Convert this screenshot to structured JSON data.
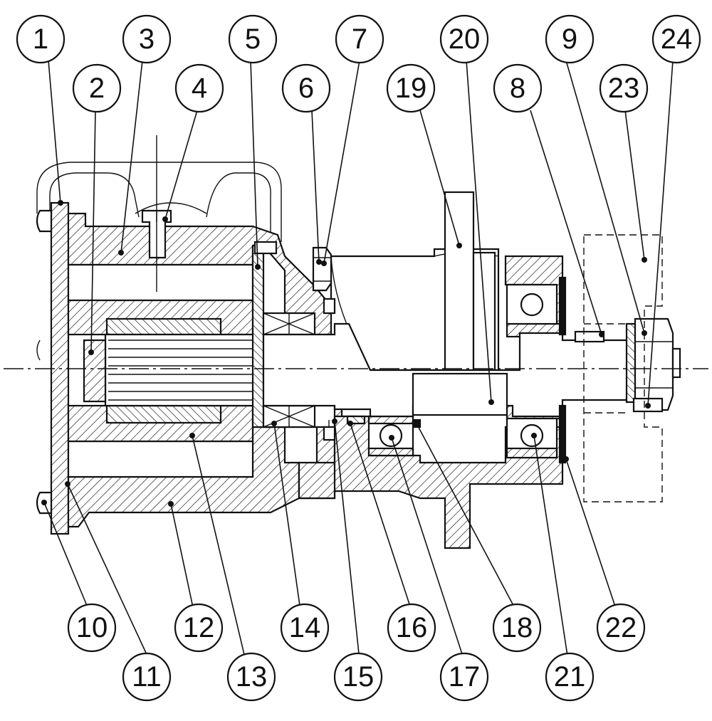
{
  "diagram": {
    "kind": "exploded cross-section parts diagram",
    "callouts": [
      {
        "label": "1"
      },
      {
        "label": "2"
      },
      {
        "label": "3"
      },
      {
        "label": "4"
      },
      {
        "label": "5"
      },
      {
        "label": "6"
      },
      {
        "label": "7"
      },
      {
        "label": "8"
      },
      {
        "label": "9"
      },
      {
        "label": "10"
      },
      {
        "label": "11"
      },
      {
        "label": "12"
      },
      {
        "label": "13"
      },
      {
        "label": "14"
      },
      {
        "label": "15"
      },
      {
        "label": "16"
      },
      {
        "label": "17"
      },
      {
        "label": "18"
      },
      {
        "label": "19"
      },
      {
        "label": "20"
      },
      {
        "label": "21"
      },
      {
        "label": "22"
      },
      {
        "label": "23"
      },
      {
        "label": "24"
      }
    ],
    "colors": {
      "line": "#111111",
      "background": "#ffffff"
    }
  }
}
